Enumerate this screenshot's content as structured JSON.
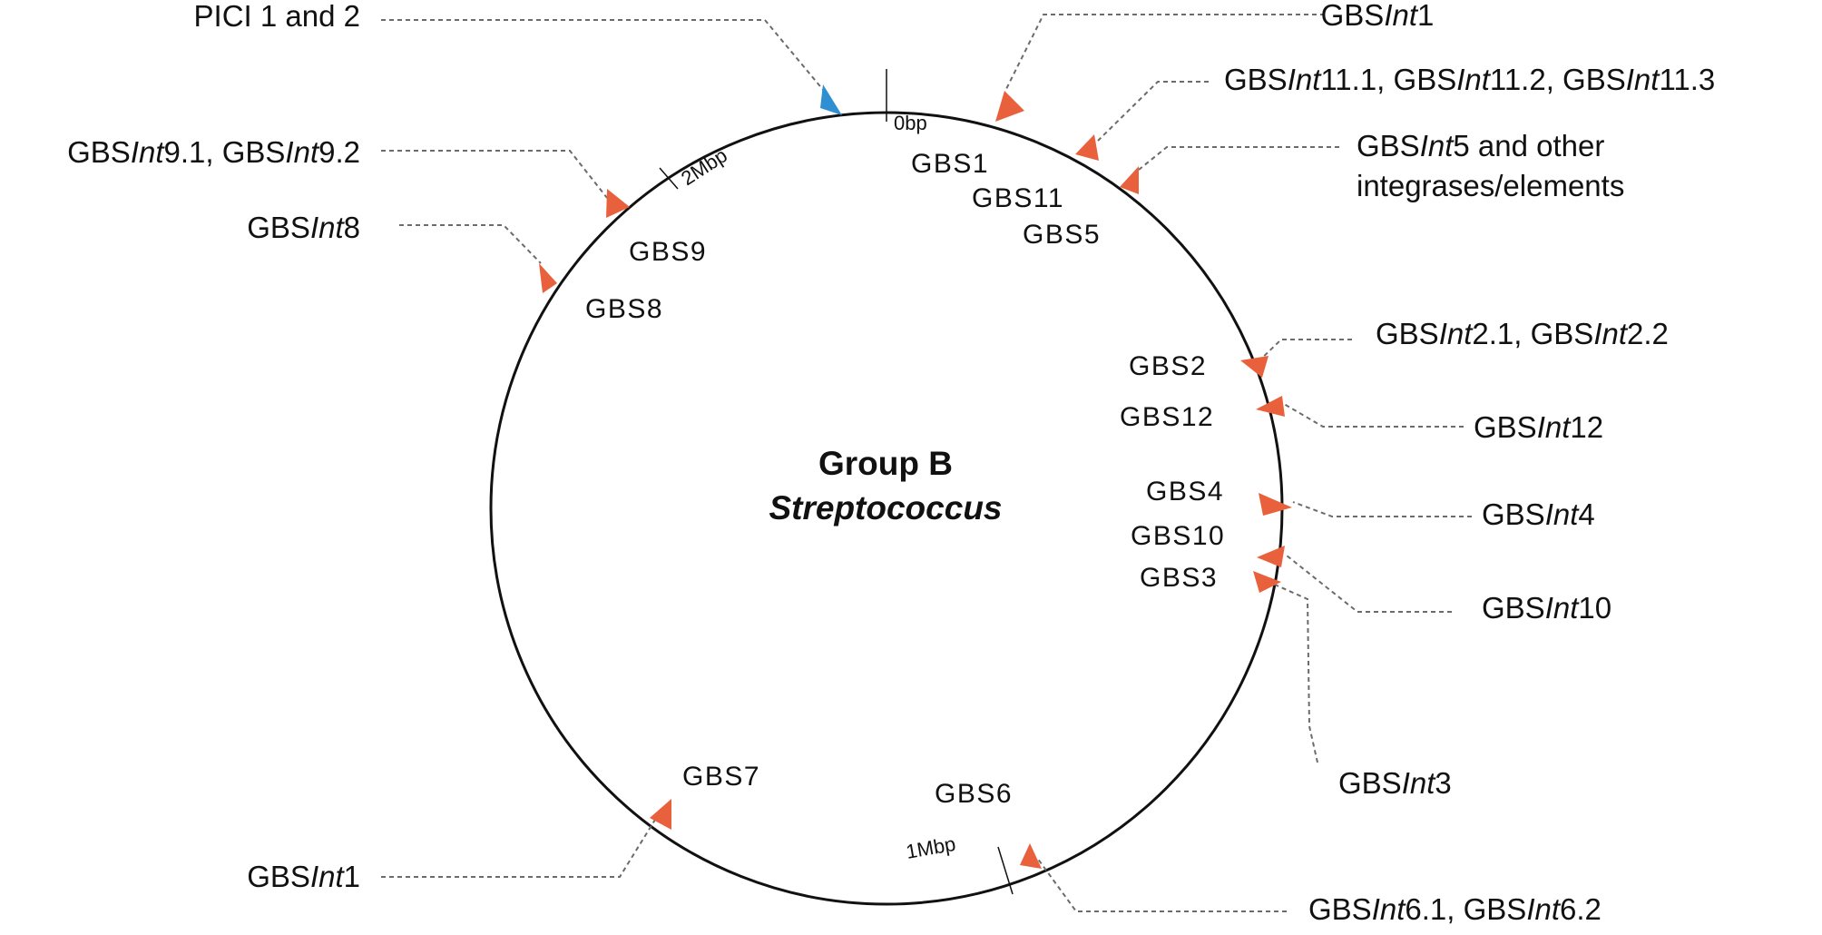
{
  "title": {
    "line1": "Group B",
    "line2": "Streptococcus"
  },
  "colors": {
    "integrase": "#e8603c",
    "pici": "#2f8fd1",
    "backbone": "#111111",
    "leader": "#6b6b6b"
  },
  "scale_marks": [
    "0bp",
    "1Mbp",
    "2Mbp"
  ],
  "sites": [
    "GBS1",
    "GBS11",
    "GBS5",
    "GBS9",
    "GBS8",
    "GBS2",
    "GBS12",
    "GBS4",
    "GBS10",
    "GBS3",
    "GBS7",
    "GBS6"
  ],
  "elements": [
    {
      "id": "pici",
      "type": "pici-marker",
      "parts": [
        {
          "t": "PICI 1 and 2"
        }
      ]
    },
    {
      "id": "gbs1",
      "type": "integrase-marker",
      "parts": [
        {
          "t": "GBS"
        },
        {
          "t": "Int",
          "i": true
        },
        {
          "t": "1"
        }
      ]
    },
    {
      "id": "gbs11",
      "type": "integrase-marker",
      "parts": [
        {
          "t": "GBS"
        },
        {
          "t": "Int",
          "i": true
        },
        {
          "t": "11.1, GBS"
        },
        {
          "t": "Int",
          "i": true
        },
        {
          "t": "11.2, GBS"
        },
        {
          "t": "Int",
          "i": true
        },
        {
          "t": "11.3"
        }
      ]
    },
    {
      "id": "gbs5",
      "type": "integrase-marker",
      "parts": [
        {
          "t": "GBS"
        },
        {
          "t": "Int",
          "i": true
        },
        {
          "t": "5 and other"
        }
      ],
      "line2": "integrases/elements"
    },
    {
      "id": "gbs9",
      "type": "integrase-marker",
      "parts": [
        {
          "t": "GBS"
        },
        {
          "t": "Int",
          "i": true
        },
        {
          "t": "9.1, GBS"
        },
        {
          "t": "Int",
          "i": true
        },
        {
          "t": "9.2"
        }
      ]
    },
    {
      "id": "gbs8",
      "type": "integrase-marker",
      "parts": [
        {
          "t": "GBS"
        },
        {
          "t": "Int",
          "i": true
        },
        {
          "t": "8"
        }
      ]
    },
    {
      "id": "gbs2",
      "type": "integrase-marker",
      "parts": [
        {
          "t": "GBS"
        },
        {
          "t": "Int",
          "i": true
        },
        {
          "t": "2.1, GBS"
        },
        {
          "t": "Int",
          "i": true
        },
        {
          "t": "2.2"
        }
      ]
    },
    {
      "id": "gbs12",
      "type": "integrase-marker",
      "parts": [
        {
          "t": "GBS"
        },
        {
          "t": "Int",
          "i": true
        },
        {
          "t": "12"
        }
      ]
    },
    {
      "id": "gbs4",
      "type": "integrase-marker",
      "parts": [
        {
          "t": "GBS"
        },
        {
          "t": "Int",
          "i": true
        },
        {
          "t": "4"
        }
      ]
    },
    {
      "id": "gbs10",
      "type": "integrase-marker",
      "parts": [
        {
          "t": "GBS"
        },
        {
          "t": "Int",
          "i": true
        },
        {
          "t": "10"
        }
      ]
    },
    {
      "id": "gbs3",
      "type": "integrase-marker",
      "parts": [
        {
          "t": "GBS"
        },
        {
          "t": "Int",
          "i": true
        },
        {
          "t": "3"
        }
      ]
    },
    {
      "id": "gbs7",
      "type": "integrase-marker",
      "parts": [
        {
          "t": "GBS"
        },
        {
          "t": "Int",
          "i": true
        },
        {
          "t": "1"
        }
      ]
    },
    {
      "id": "gbs6",
      "type": "integrase-marker",
      "parts": [
        {
          "t": "GBS"
        },
        {
          "t": "Int",
          "i": true
        },
        {
          "t": "6.1, GBS"
        },
        {
          "t": "Int",
          "i": true
        },
        {
          "t": "6.2"
        }
      ]
    }
  ]
}
